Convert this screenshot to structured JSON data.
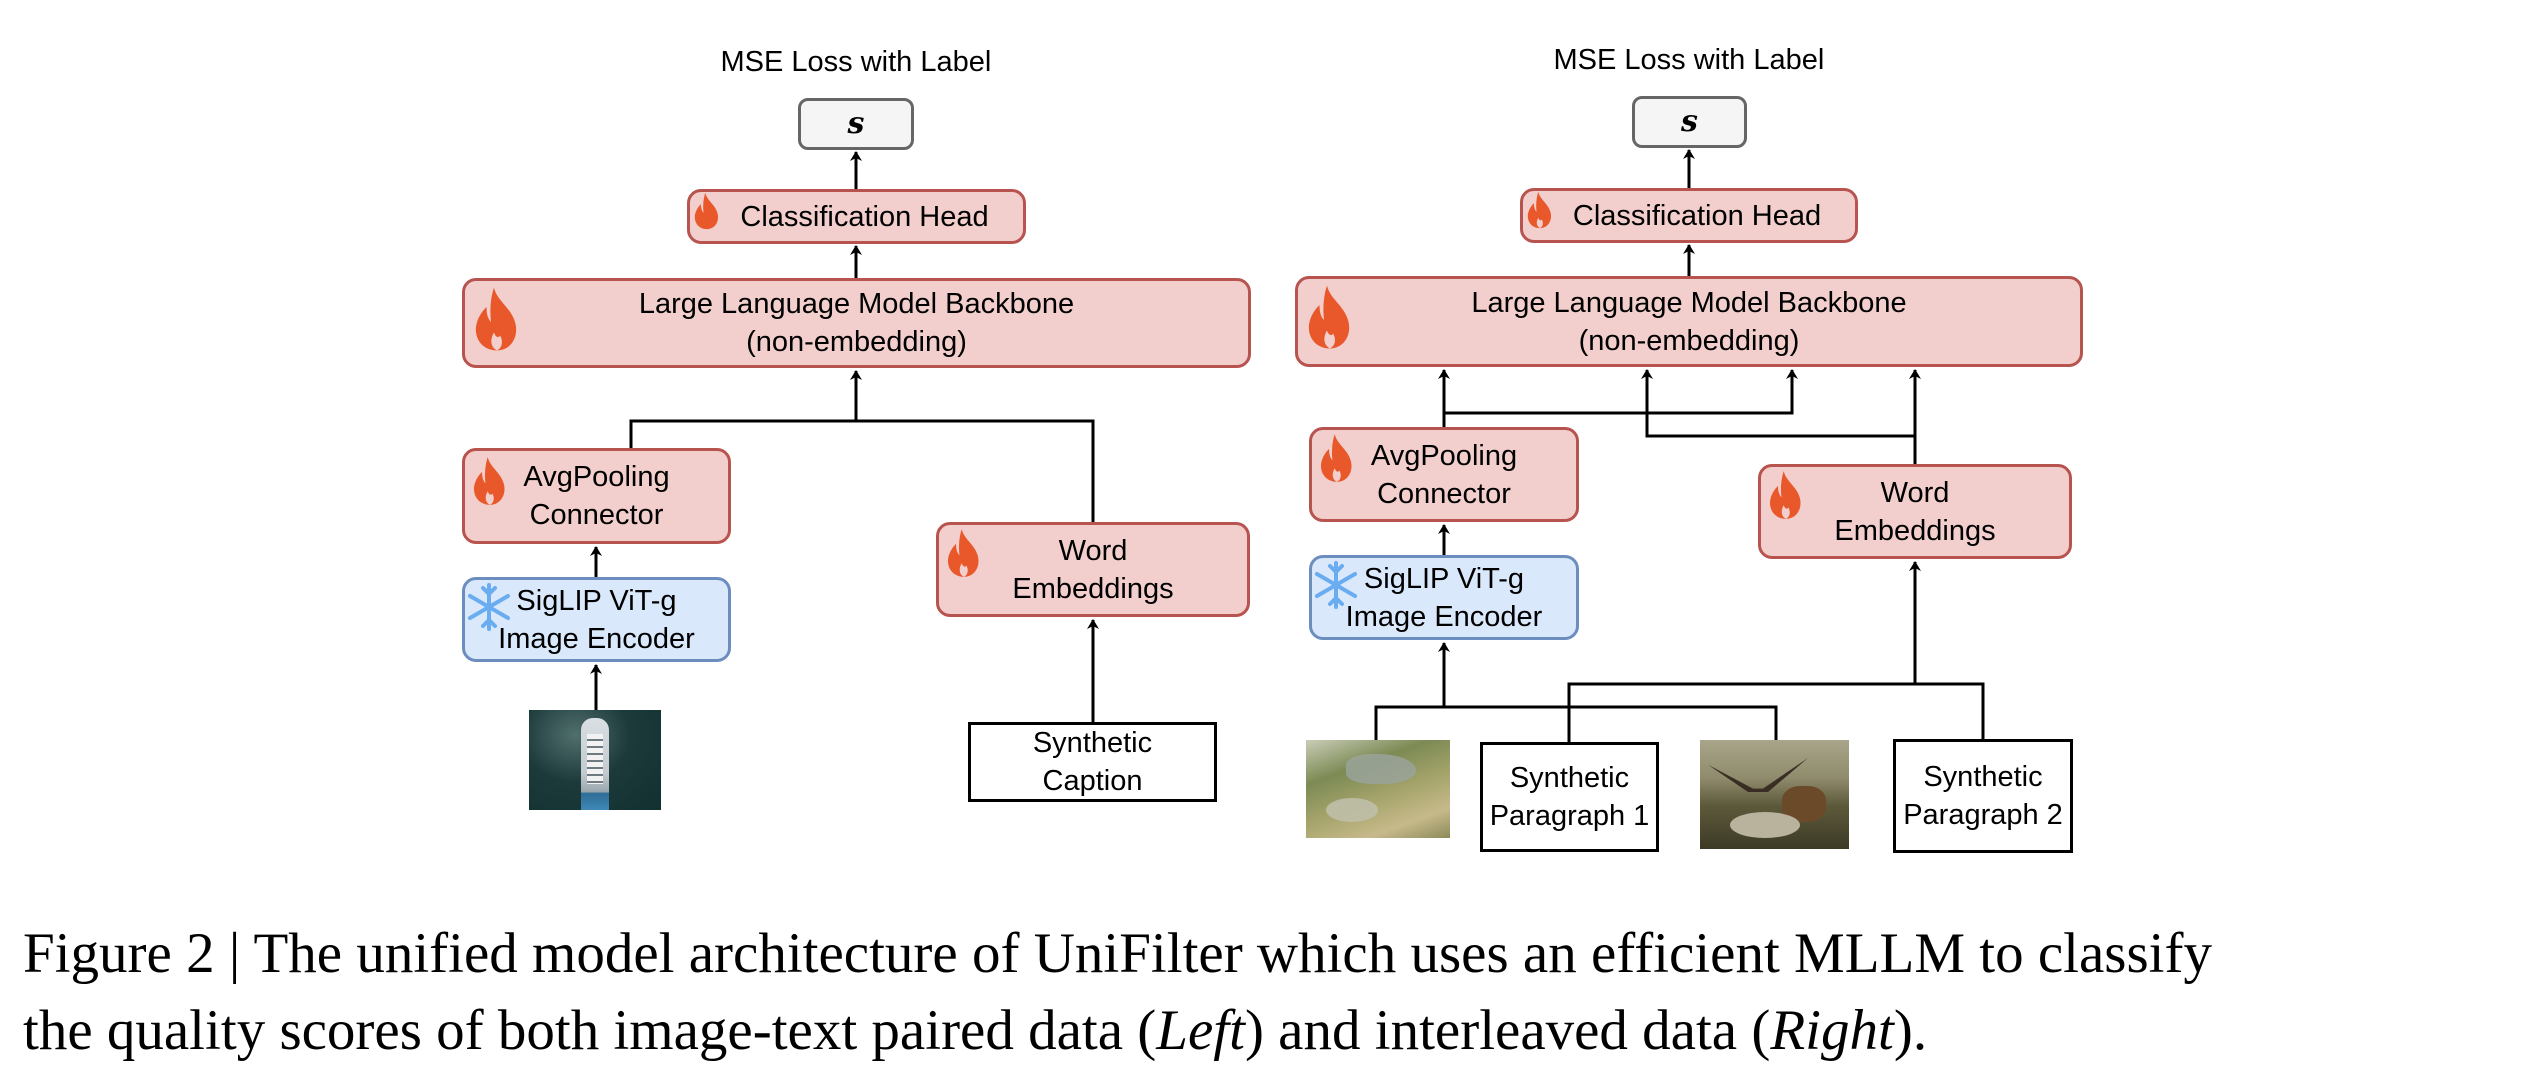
{
  "left_panel": {
    "title": "MSE Loss with Label",
    "score": "s",
    "classification_head": "Classification Head",
    "llm_backbone": "Large Language Model Backbone\n(non-embedding)",
    "connector": "AvgPooling\nConnector",
    "image_encoder": "SigLIP ViT-g\nImage Encoder",
    "word_embeddings": "Word\nEmbeddings",
    "text_input": "Synthetic\nCaption",
    "image_input": "ship-aerial-photo"
  },
  "right_panel": {
    "title": "MSE Loss with Label",
    "score": "s",
    "classification_head": "Classification Head",
    "llm_backbone": "Large Language Model Backbone\n(non-embedding)",
    "connector": "AvgPooling\nConnector",
    "image_encoder": "SigLIP ViT-g\nImage Encoder",
    "word_embeddings": "Word\nEmbeddings",
    "text_input_1": "Synthetic\nParagraph 1",
    "text_input_2": "Synthetic\nParagraph 2",
    "image_input_1": "dinosaur-painting",
    "image_input_2": "eagle-sabertooth-painting"
  },
  "icons": {
    "trainable": "flame-icon",
    "frozen": "snowflake-icon"
  },
  "colors": {
    "trainable_fill": "#f2cfcc",
    "trainable_border": "#b85450",
    "frozen_fill": "#dae8fc",
    "frozen_border": "#6c8ebf",
    "flame": "#e8582a",
    "snowflake": "#6aacf0"
  },
  "caption": {
    "line1_prefix": "Figure 2 | The unified model architecture of UniFilter which uses an efficient MLLM to classify",
    "line2_a": "the quality scores of both image-text paired data (",
    "line2_left": "Left",
    "line2_b": ") and interleaved data (",
    "line2_right": "Right",
    "line2_c": ")."
  }
}
